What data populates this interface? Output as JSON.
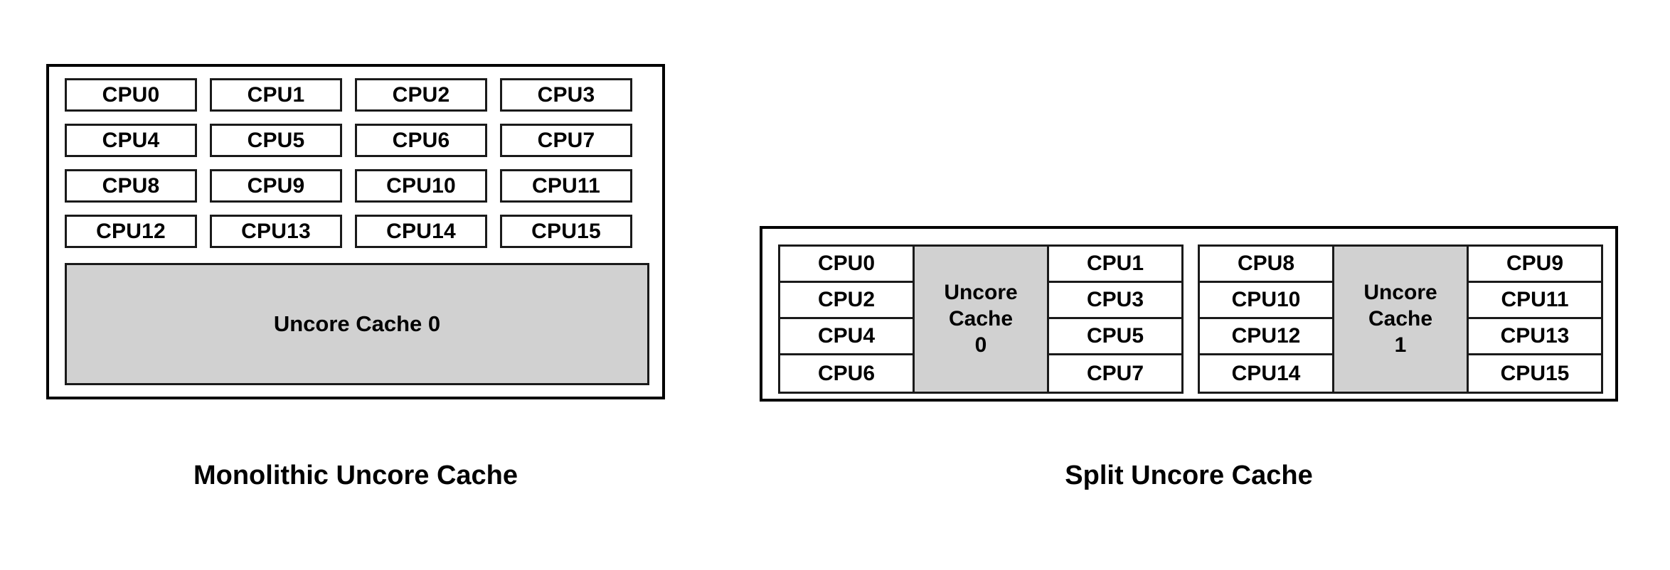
{
  "colors": {
    "cache_fill": "#d1d1d1",
    "box_border": "#1a1a1a",
    "panel_border": "#000000",
    "text": "#000000",
    "background": "#ffffff"
  },
  "diagram": {
    "type": "block-diagram",
    "subject": "CPU uncore cache topology comparison",
    "panels": [
      {
        "id": "monolithic",
        "caption": "Monolithic Uncore Cache",
        "layout": "4x4-cpu-grid-over-single-cache",
        "cpus": [
          "CPU0",
          "CPU1",
          "CPU2",
          "CPU3",
          "CPU4",
          "CPU5",
          "CPU6",
          "CPU7",
          "CPU8",
          "CPU9",
          "CPU10",
          "CPU11",
          "CPU12",
          "CPU13",
          "CPU14",
          "CPU15"
        ],
        "cache": {
          "label": "Uncore Cache 0",
          "lines": [
            "Uncore Cache 0"
          ]
        }
      },
      {
        "id": "split",
        "caption": "Split Uncore Cache",
        "layout": "two-groups-each-cpu-col-cache-col-cpu-col",
        "groups": [
          {
            "id": "group-0",
            "left_cpus": [
              "CPU0",
              "CPU2",
              "CPU4",
              "CPU6"
            ],
            "cache": {
              "label": "Uncore Cache 0",
              "lines": [
                "Uncore",
                "Cache",
                "0"
              ]
            },
            "right_cpus": [
              "CPU1",
              "CPU3",
              "CPU5",
              "CPU7"
            ]
          },
          {
            "id": "group-1",
            "left_cpus": [
              "CPU8",
              "CPU10",
              "CPU12",
              "CPU14"
            ],
            "cache": {
              "label": "Uncore Cache 1",
              "lines": [
                "Uncore",
                "Cache",
                "1"
              ]
            },
            "right_cpus": [
              "CPU9",
              "CPU11",
              "CPU13",
              "CPU15"
            ]
          }
        ]
      }
    ]
  }
}
